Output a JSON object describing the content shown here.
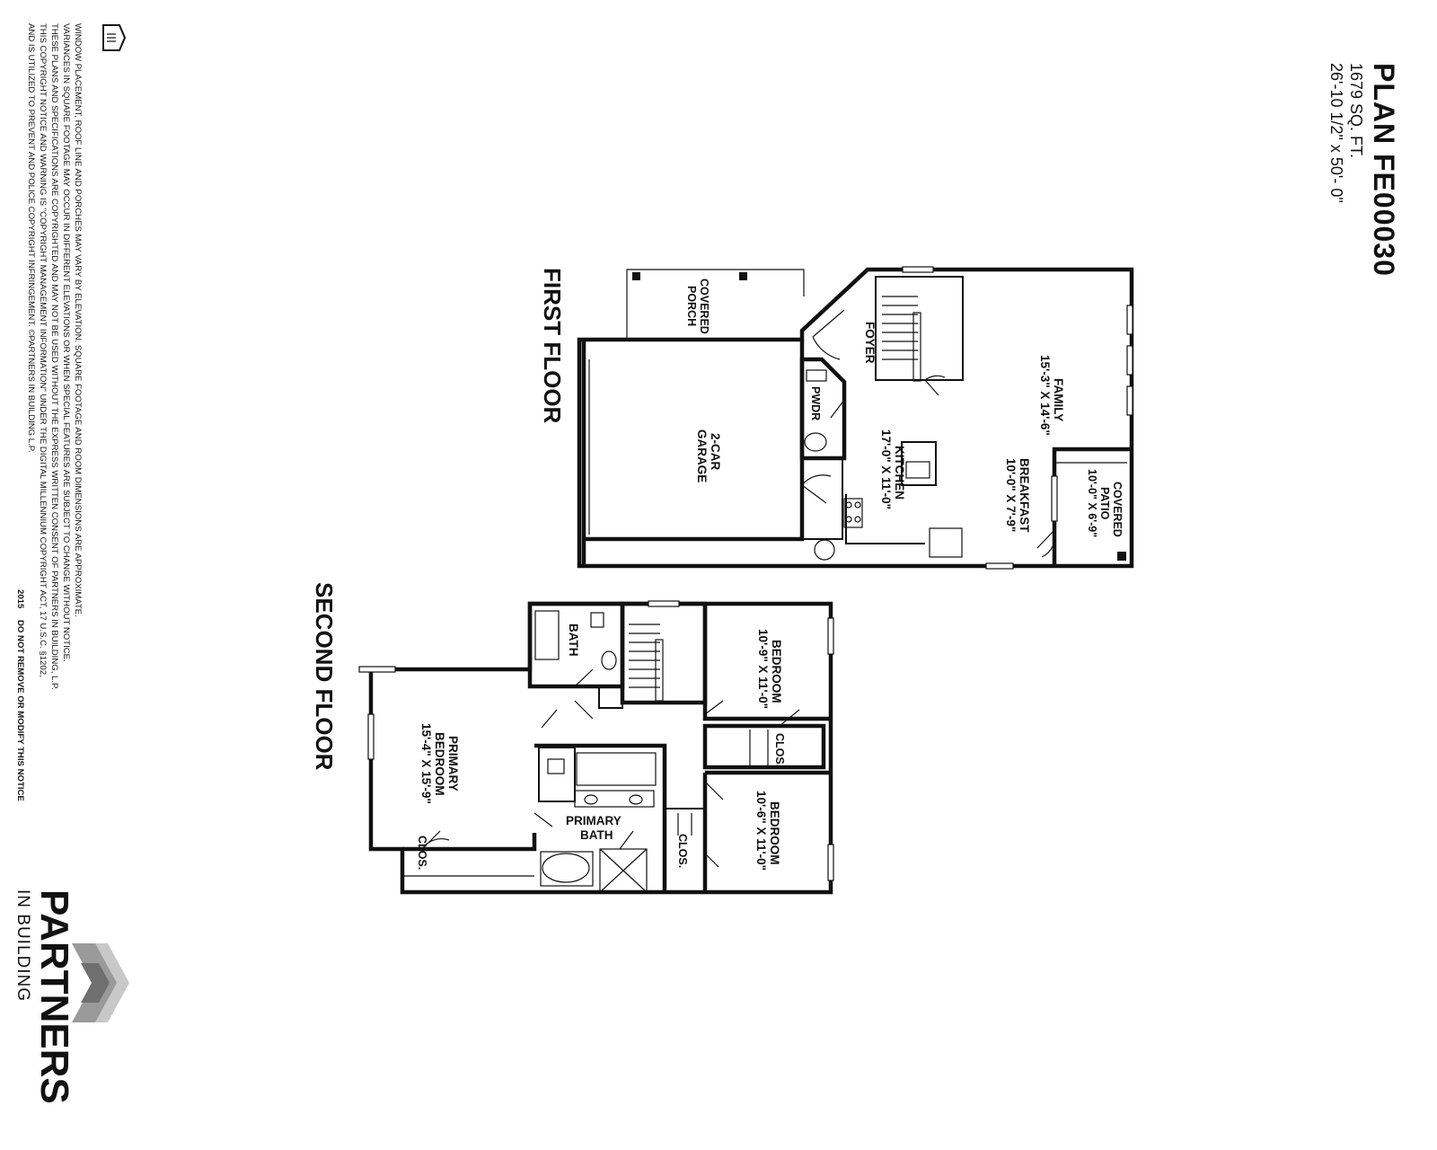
{
  "plan": {
    "title": "PLAN  FE00030",
    "sqft": "1679 SQ. FT.",
    "dimensions": "26'-10 1/2\" x 50'- 0\""
  },
  "first_floor": {
    "label": "FIRST FLOOR",
    "rooms": {
      "covered_porch": [
        "COVERED",
        "PORCH"
      ],
      "foyer": [
        "FOYER"
      ],
      "family": [
        "FAMILY",
        "15'-3\" X 14'-6\""
      ],
      "garage": [
        "2-CAR",
        "GARAGE"
      ],
      "pwdr": [
        "PWDR"
      ],
      "kitchen": [
        "KITCHEN",
        "17'-0\" X 11'-0\""
      ],
      "breakfast": [
        "BREAKFAST",
        "10'-0\" X 7'-9\""
      ],
      "covered_patio": [
        "COVERED",
        "PATIO",
        "10'-0\" X 6'-9\""
      ]
    }
  },
  "second_floor": {
    "label": "SECOND FLOOR",
    "rooms": {
      "bath": [
        "BATH"
      ],
      "bedroom_a": [
        "BEDROOM",
        "10'-9\" X 11'-0\""
      ],
      "clos_a": [
        "CLOS."
      ],
      "primary_bedroom": [
        "PRIMARY",
        "BEDROOM",
        "15'-4\" X 15'-9\""
      ],
      "primary_bath": [
        "PRIMARY",
        "BATH"
      ],
      "clos_primary": [
        "CLOS."
      ],
      "clos_b": [
        "CLOS."
      ],
      "bedroom_b": [
        "BEDROOM",
        "10'-6\" X 11'-0\""
      ]
    }
  },
  "notice": {
    "lines": [
      "WINDOW PLACEMENT, ROOF LINE AND PORCHES MAY VARY BY ELEVATION.  SQUARE FOOTAGE AND ROOM DIMENSIONS ARE APPROXIMATE.",
      "VARIANCES IN SQUARE FOOTAGE MAY OCCUR IN DIFFERENT ELEVATIONS OR WHEN SPECIAL FEATURES ARE SUBJECT TO CHANGE WITHOUT NOTICE.",
      "THESE PLANS AND SPECIFICATIONS ARE COPYRIGHTED AND MAY NOT BE USED WITHOUT THE EXPRESS WRITTEN CONSENT OF PARTNERS IN BUILDING, L.P.",
      "THIS COPYRIGHT NOTICE AND WARNING IS \"COPYRIGHT MANAGEMENT INFORMATION\" UNDER THE DIGITAL MILLENNIUM COPYRIGHT ACT, 17 U.S.C.   §1202,",
      "AND IS UTILIZED TO PREVENT AND POLICE COPYRIGHT INFRINGEMENT.  ©PARTNERS IN BUILDING L.P."
    ],
    "year": "2015",
    "warning": "DO NOT REMOVE OR MODIFY THIS NOTICE"
  },
  "logo": {
    "name": "PARTNERS",
    "tagline": "IN BUILDING"
  },
  "icons": {
    "equal_housing": "equal-housing-icon",
    "logo_mark": "chevron-logo-icon"
  }
}
